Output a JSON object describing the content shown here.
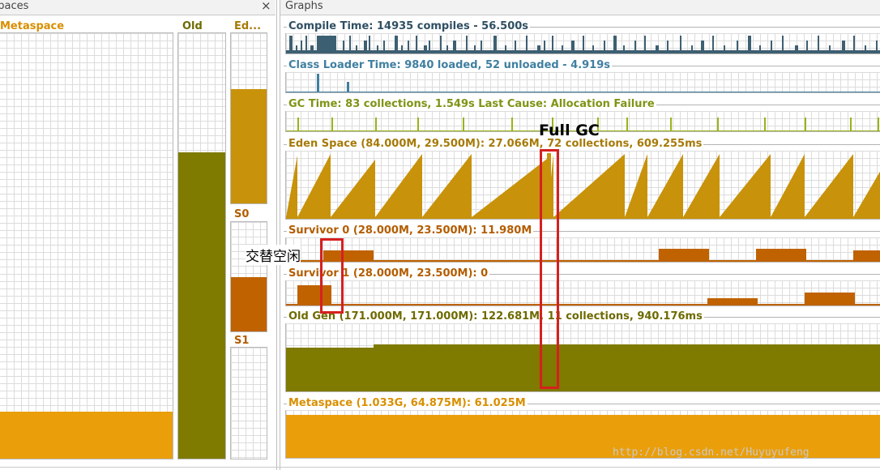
{
  "spaces_panel": {
    "title": "Spaces",
    "close_symbol": "×",
    "metaspace_label": "Metaspace",
    "old_label": "Old",
    "eden_label": "Ed...",
    "s0_label": "S0",
    "s1_label": "S1",
    "metaspace_fill": 0.11,
    "old_fill": 0.72,
    "eden_fill": 0.67,
    "s0_fill": 0.5,
    "s1_fill": 0.0
  },
  "graphs_panel": {
    "title": "Graphs",
    "compile_time": "Compile Time: 14935 compiles - 56.500s",
    "class_loader_time": "Class Loader Time: 9840 loaded, 52 unloaded - 4.919s",
    "gc_time": "GC Time: 83 collections, 1.549s  Last Cause: Allocation Failure",
    "eden_space": "Eden Space (84.000M, 29.500M): 27.066M, 72 collections, 609.255ms",
    "survivor0": "Survivor 0 (28.000M, 23.500M): 11.980M",
    "survivor1": "Survivor 1 (28.000M, 23.500M): 0",
    "old_gen": "Old Gen (171.000M, 171.000M): 122.681M, 11 collections, 940.176ms",
    "metaspace": "Metaspace (1.033G, 64.875M): 61.025M"
  },
  "annotations": {
    "full_gc": "Full GC",
    "alternating_idle": "交替空闲"
  },
  "watermark": "http://blog.csdn.net/Huyuyufeng",
  "colors": {
    "compile": "#3d5f72",
    "compile_text": "#2f4f63",
    "classloader": "#3f7fa0",
    "classloader_text": "#3f7fa0",
    "gc": "#9ab318",
    "gc_text": "#7e9414",
    "eden": "#c8920a",
    "eden_text": "#a67a08",
    "survivor": "#c06200",
    "survivor_text": "#b35d00",
    "old": "#7f7a00",
    "old_text": "#6e6a00",
    "metaspace": "#ea9e0a",
    "metaspace_text": "#d88f00",
    "annotation": "#d62020"
  }
}
